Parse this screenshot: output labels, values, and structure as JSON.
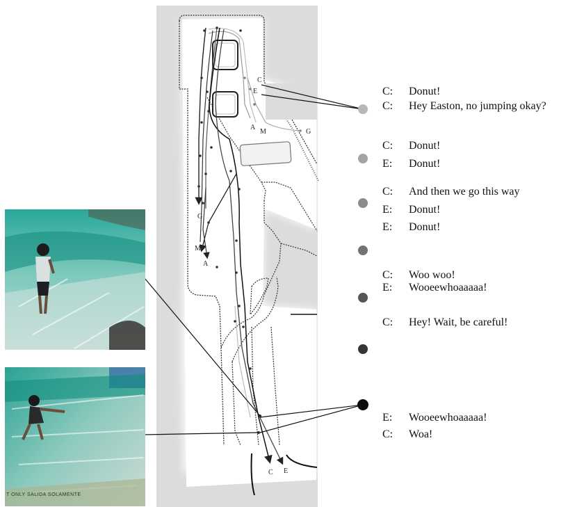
{
  "map": {
    "path_labels": {
      "c_top": "C",
      "e_top": "E",
      "a_top": "A",
      "m_top": "M",
      "g_top": "G",
      "g_mid": "G",
      "m_mid": "M",
      "a_mid": "A",
      "c_end": "C",
      "e_end": "E"
    }
  },
  "photos": {
    "photo_2_sign": "T ONLY    SALIDA SOLAMENTE"
  },
  "dots": {
    "colors": [
      "#b8b8b8",
      "#a3a3a3",
      "#8c8c8c",
      "#737373",
      "#555555",
      "#353535",
      "#0d0d0d"
    ]
  },
  "transcript": [
    {
      "speaker": "C:",
      "text": "Donut!"
    },
    {
      "speaker": "C:",
      "text": "Hey Easton, no jumping okay?"
    },
    {
      "speaker": "C:",
      "text": "Donut!"
    },
    {
      "speaker": "E:",
      "text": "Donut!"
    },
    {
      "speaker": "C:",
      "text": "And then we go this way"
    },
    {
      "speaker": "E:",
      "text": "Donut!"
    },
    {
      "speaker": "E:",
      "text": "Donut!"
    },
    {
      "speaker": "C:",
      "text": "Woo woo!"
    },
    {
      "speaker": "E:",
      "text": "Wooeewhoaaaaa!"
    },
    {
      "speaker": "C:",
      "text": "Hey! Wait, be careful!"
    },
    {
      "speaker": "E:",
      "text": "Wooeewhoaaaaa!"
    },
    {
      "speaker": "C:",
      "text": "Woa!"
    }
  ]
}
